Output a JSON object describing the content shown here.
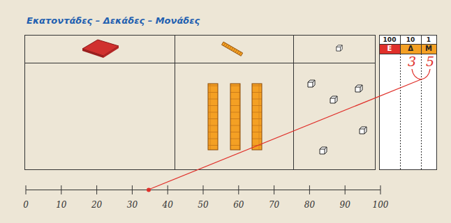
{
  "diagram": {
    "title": "Εκατοντάδες – Δεκάδες – Μονάδες",
    "labels": [
      "100",
      "10",
      "1",
      "Ε",
      "Δ",
      "Μ",
      "3",
      "5",
      "0",
      "10",
      "20",
      "30",
      "40",
      "50",
      "60",
      "70",
      "80",
      "90",
      "100"
    ]
  }
}
